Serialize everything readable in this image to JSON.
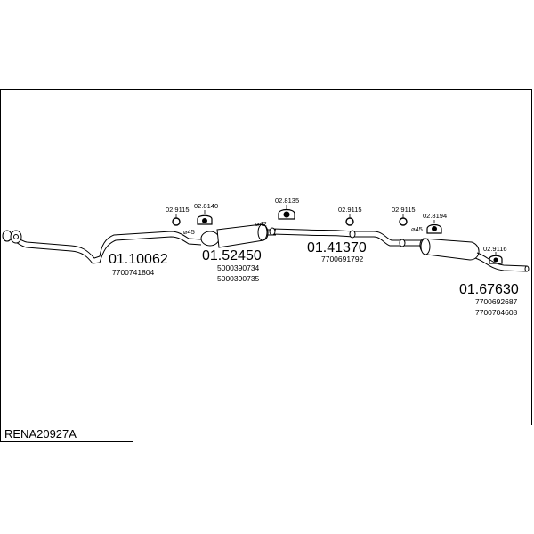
{
  "diagram": {
    "code": "RENA20927A",
    "parts": {
      "p1": {
        "number": "01.10062",
        "refs": [
          "7700741804"
        ]
      },
      "p2": {
        "number": "01.52450",
        "refs": [
          "5000390734",
          "5000390735"
        ]
      },
      "p3": {
        "number": "01.41370",
        "refs": [
          "7700691792"
        ]
      },
      "p4": {
        "number": "01.67630",
        "refs": [
          "7700692687",
          "7700704608"
        ]
      }
    },
    "fittings": {
      "f1": "02.9115",
      "f2": "02.8140",
      "f3": "02.8135",
      "f4": "02.9115",
      "f5": "02.9115",
      "f6": "02.8194",
      "f7": "02.9116"
    },
    "diameters": {
      "d1": "⌀45",
      "d2": "⌀42",
      "d3": "⌀45"
    }
  }
}
